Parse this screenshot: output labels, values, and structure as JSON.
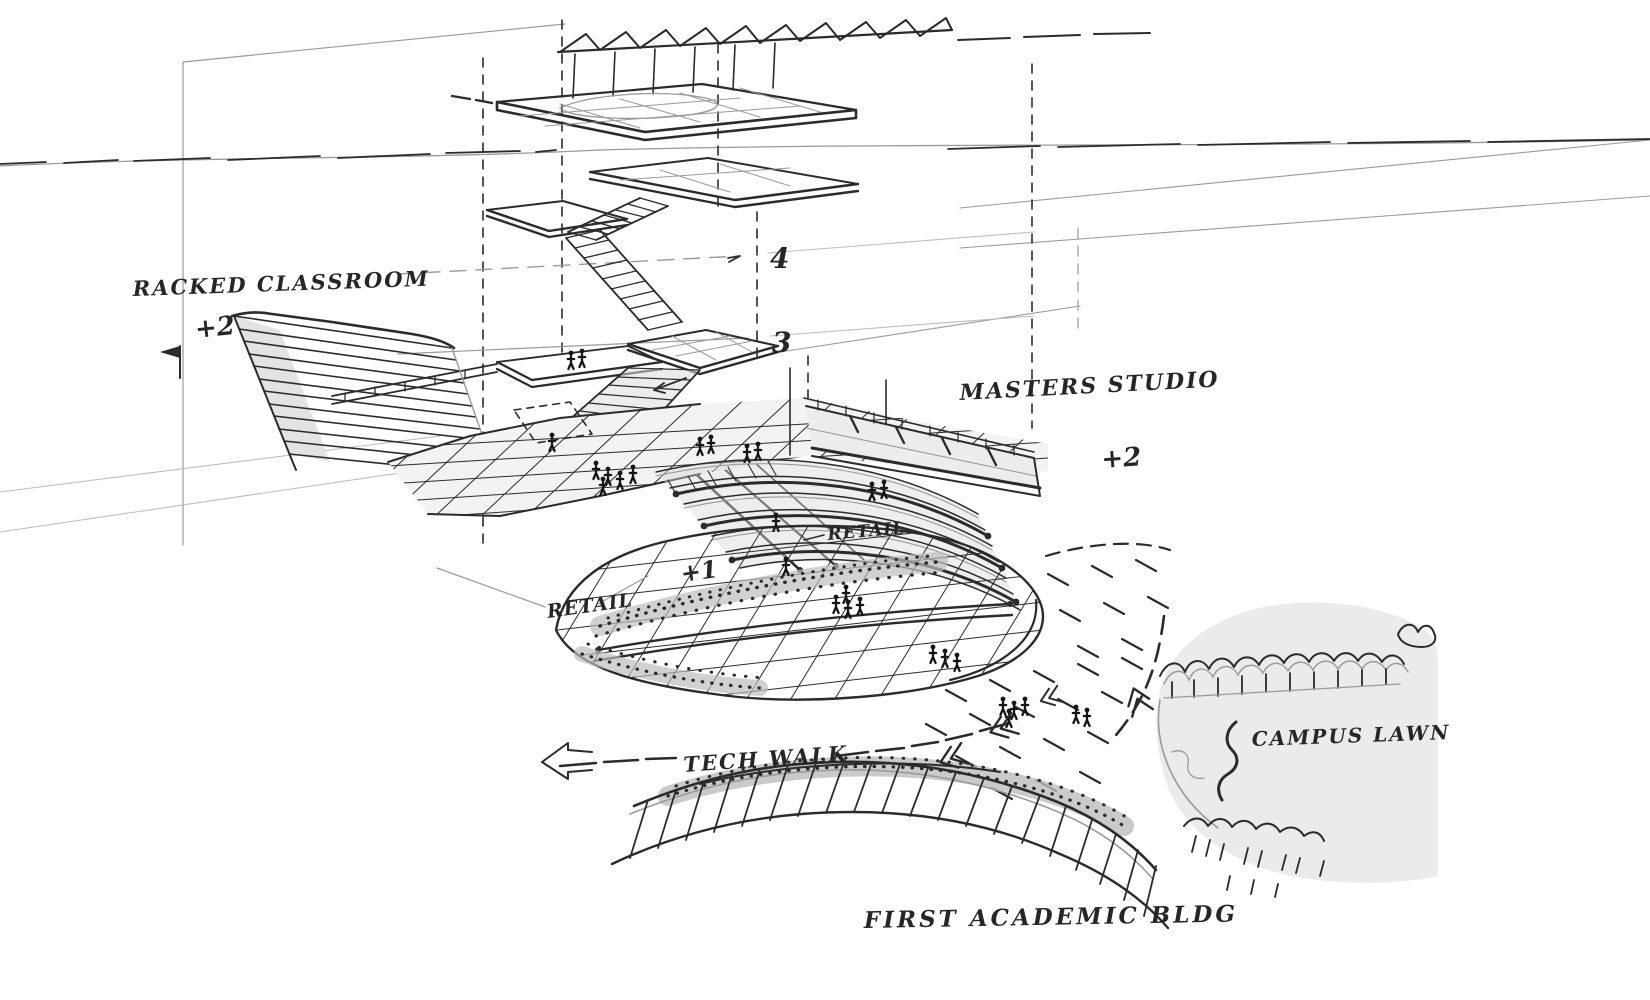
{
  "title": "Campus masterplan concept sketch",
  "scene": {
    "labels": {
      "racked_classroom": "RACKED CLASSROOM",
      "racked_classroom_level": "+2",
      "masters_studio": "MASTERS STUDIO",
      "masters_studio_level": "+2",
      "level_upper": "4",
      "level_lower": "3",
      "retail_east": "RETAIL",
      "retail_west": "RETAIL",
      "plaza_level": "+1",
      "tech_walk": "TECH WALK",
      "campus_lawn": "CAMPUS LAWN",
      "first_academic_bldg": "FIRST ACADEMIC BLDG"
    },
    "colors": {
      "ink": "#2b2b2b",
      "pencil": "#9a9a9a",
      "shade": "#d9d9d9",
      "paper": "#ffffff"
    }
  }
}
